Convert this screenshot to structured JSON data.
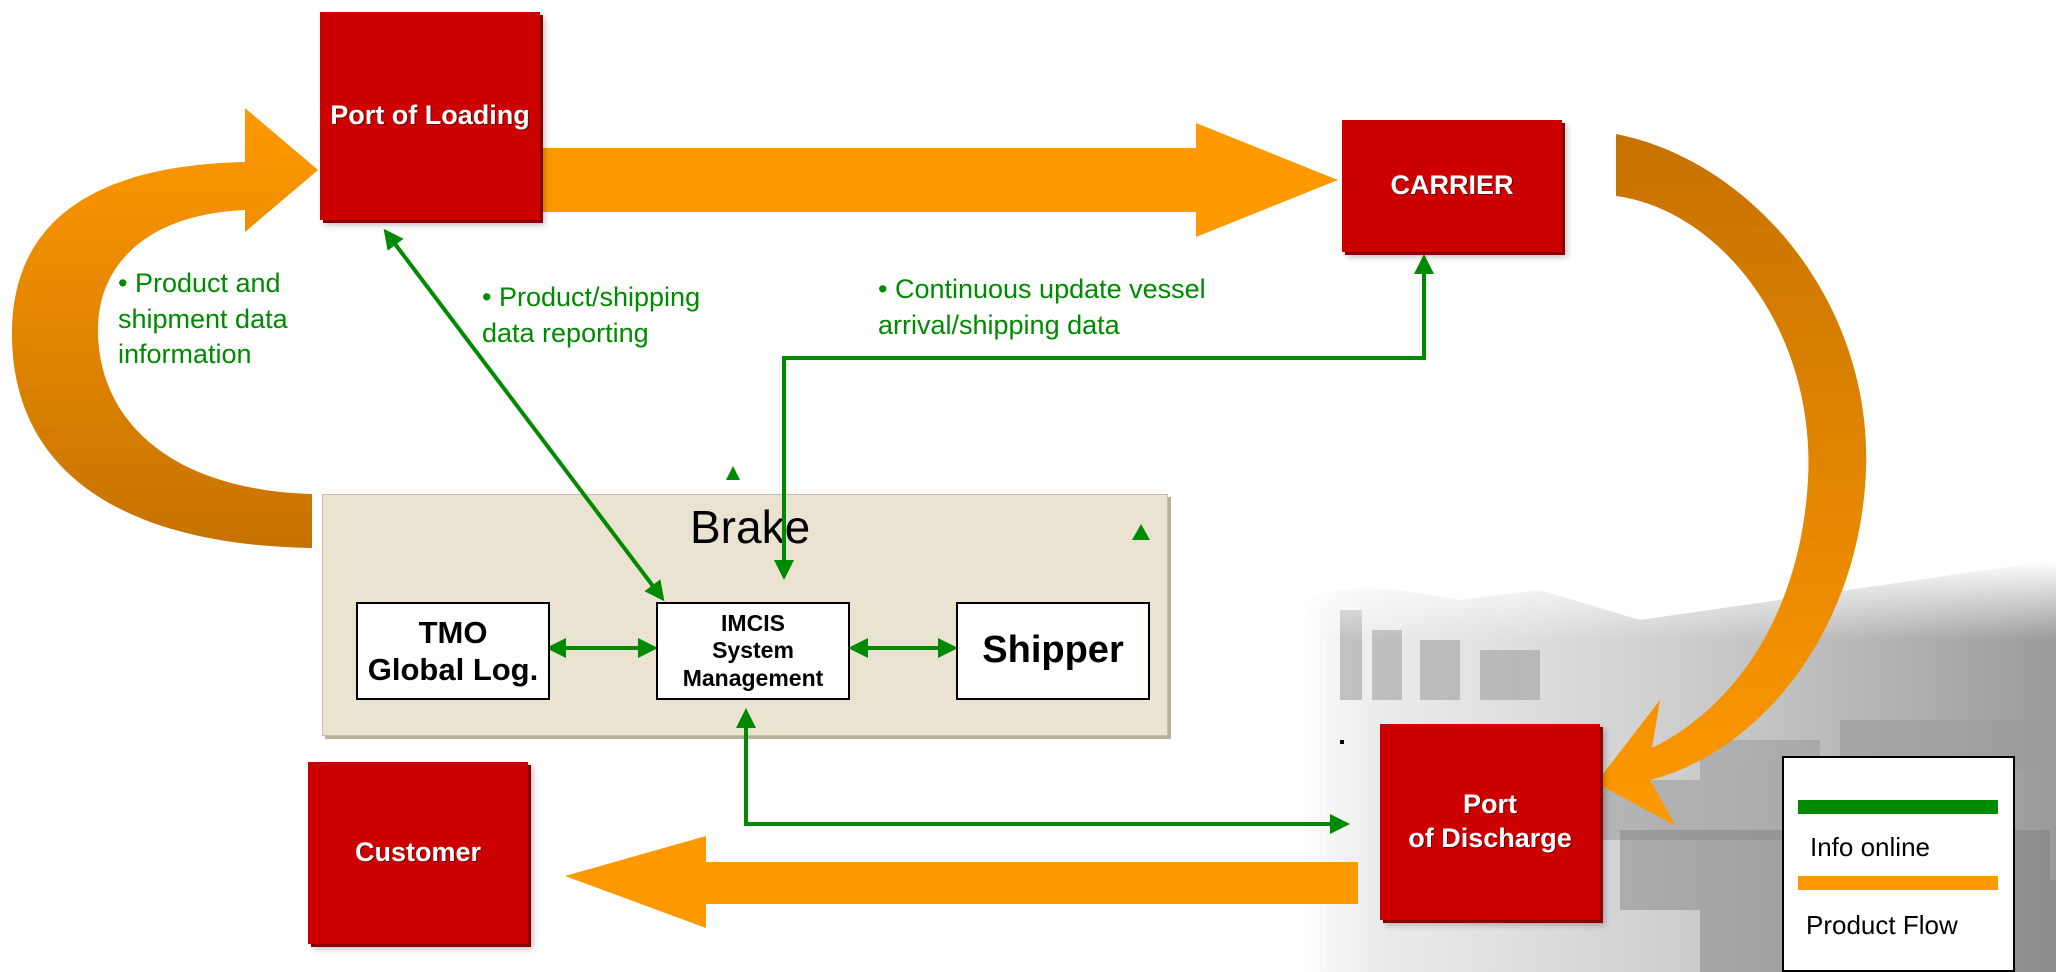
{
  "nodes": {
    "port_of_loading": "Port of Loading",
    "carrier": "CARRIER",
    "customer": "Customer",
    "port_of_discharge_line1": "Port",
    "port_of_discharge_line2": "of Discharge"
  },
  "brake": {
    "title": "Brake",
    "tmo_line1": "TMO",
    "tmo_line2": "Global Log.",
    "imcis_line1": "IMCIS",
    "imcis_line2": "System",
    "imcis_line3": "Management",
    "shipper": "Shipper"
  },
  "annotations": {
    "product_shipment": [
      "• Product and",
      "shipment data",
      "information"
    ],
    "product_shipping": [
      "• Product/shipping",
      "data reporting"
    ],
    "continuous_update": [
      "• Continuous update vessel",
      "arrival/shipping data"
    ]
  },
  "legend": {
    "info_online": "Info online",
    "product_flow": "Product Flow"
  },
  "colors": {
    "node_red": "#cc0000",
    "info_green": "#008a00",
    "product_orange": "#ff9900",
    "product_orange_dark": "#cc7a00",
    "brake_bg": "#ebe3d1"
  }
}
